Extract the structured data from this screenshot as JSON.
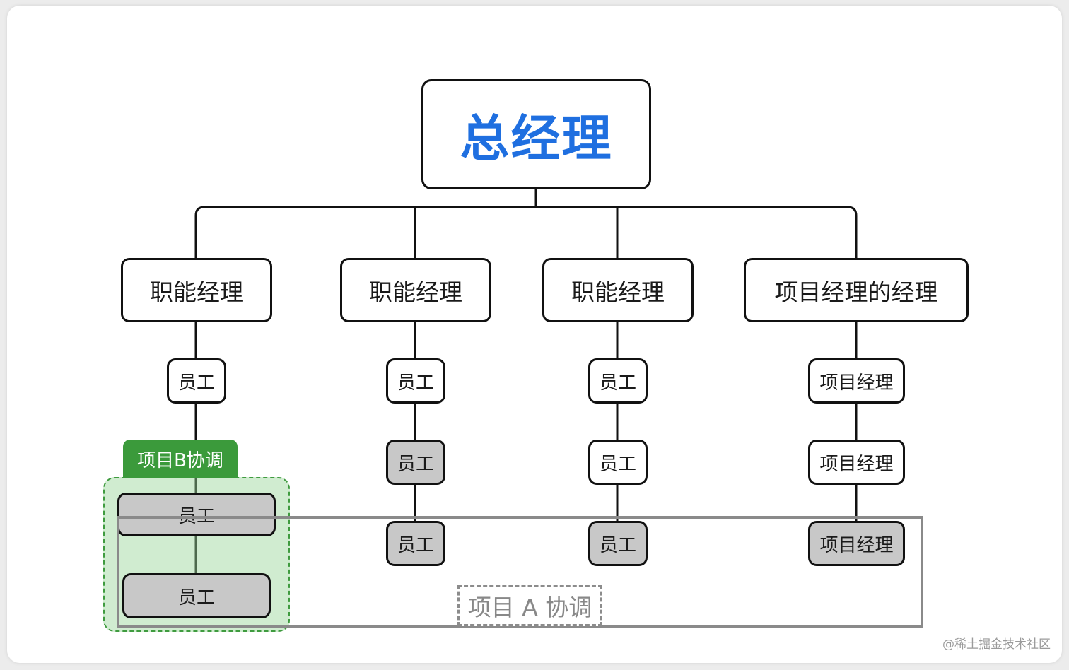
{
  "root": "总经理",
  "managers": [
    "职能经理",
    "职能经理",
    "职能经理",
    "项目经理的经理"
  ],
  "columns": {
    "col1": [
      "员工",
      "员工",
      "员工"
    ],
    "col2": [
      "员工",
      "员工",
      "员工"
    ],
    "col3": [
      "员工",
      "员工",
      "员工"
    ],
    "col4": [
      "项目经理",
      "项目经理",
      "项目经理"
    ]
  },
  "project_b_label": "项目B协调",
  "project_a_label": "项目 A 协调",
  "watermark": "@稀土掘金技术社区",
  "colors": {
    "root_text": "#1f6fe0",
    "project_b_fill": "#3b9a3b",
    "project_b_area": "#96d496",
    "grey_node": "#c8c8c8",
    "project_a_border": "#8a8a8a"
  }
}
